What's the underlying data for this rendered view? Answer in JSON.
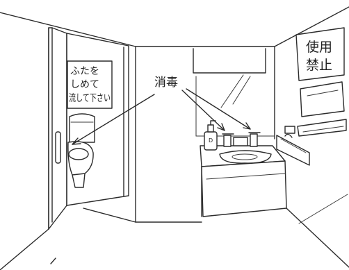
{
  "door_sign": {
    "line1": "ふたを",
    "line2": "しめて",
    "line3": "流して下さい"
  },
  "disinfect_label": "消毒",
  "out_of_order_sign": {
    "line1": "使用",
    "line2": "禁止"
  },
  "soap_bottle_label": "D",
  "annotation_targets": [
    "toilet-seat",
    "faucet-left",
    "faucet-right"
  ]
}
